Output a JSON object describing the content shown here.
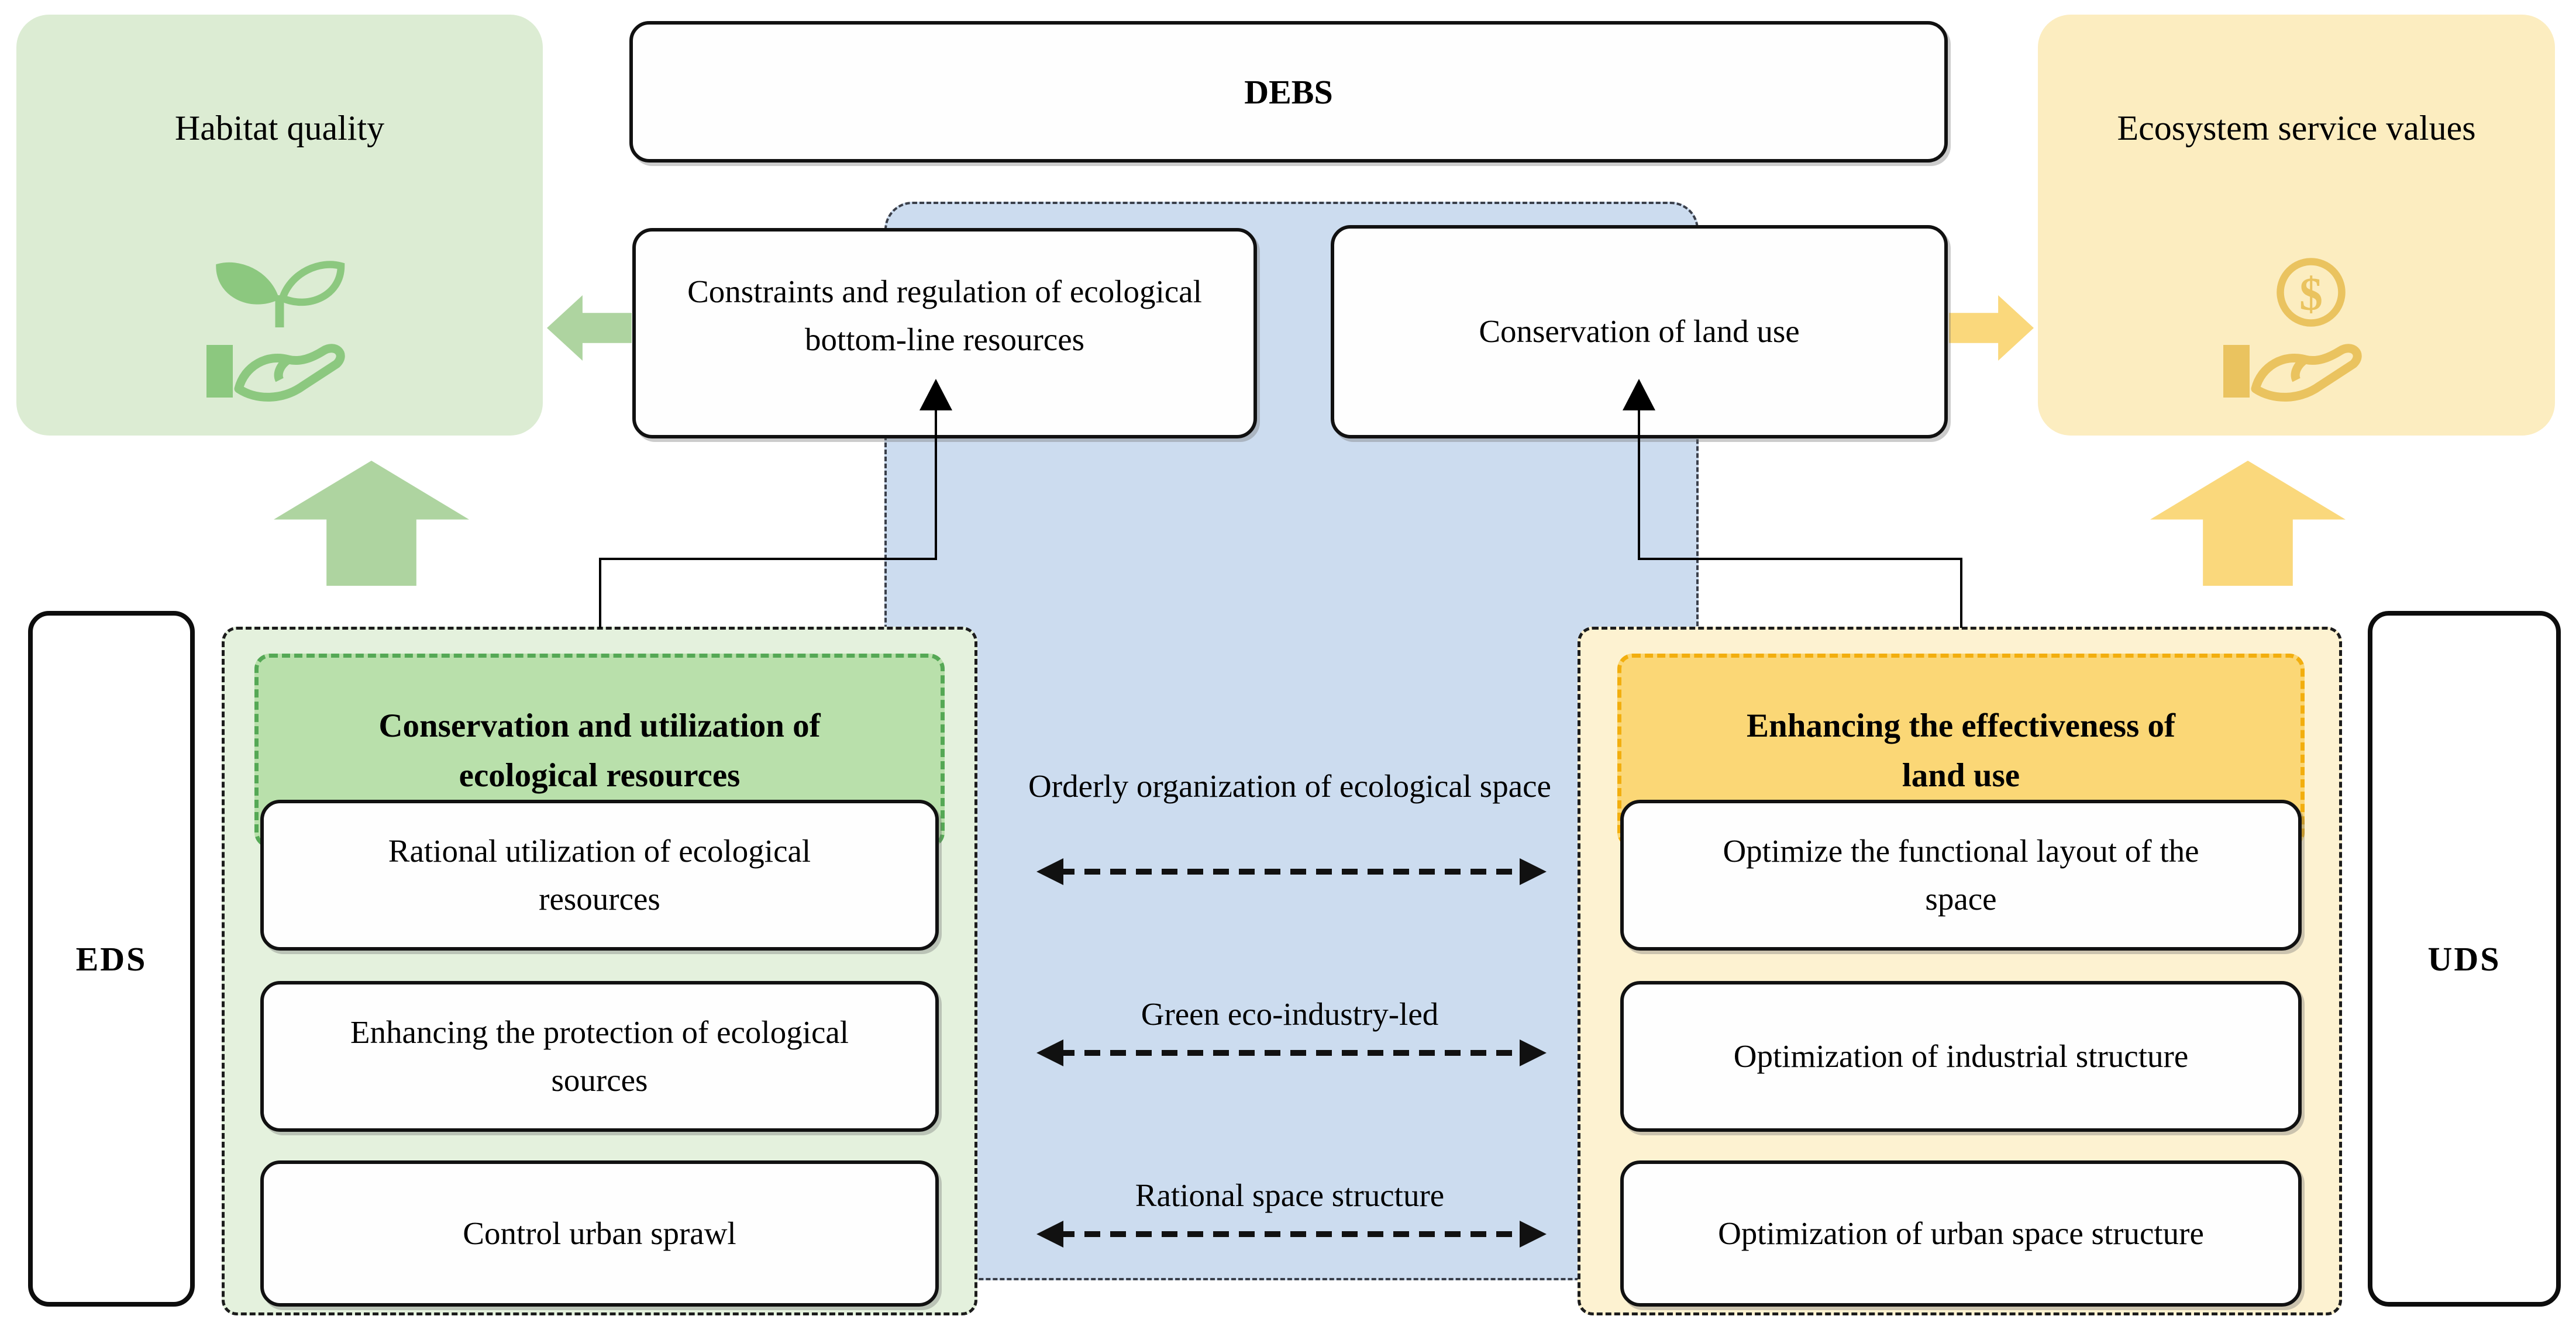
{
  "top": {
    "debs_label": "DEBS"
  },
  "left_panel": {
    "title": "Habitat quality"
  },
  "right_panel": {
    "title": "Ecosystem service values"
  },
  "mid_boxes": {
    "left": "Constraints and regulation of ecological bottom-line resources",
    "right": "Conservation of land use"
  },
  "sides": {
    "left": "EDS",
    "right": "UDS"
  },
  "green_group": {
    "header": "Conservation and utilization of ecological resources",
    "items": [
      "Rational utilization of ecological resources",
      "Enhancing the protection of ecological sources",
      "Control urban sprawl"
    ]
  },
  "yellow_group": {
    "header": "Enhancing the effectiveness of land use",
    "items": [
      "Optimize the functional layout of the space",
      "Optimization of industrial structure",
      "Optimization of urban space structure"
    ]
  },
  "center_links": [
    "Orderly organization of ecological space",
    "Green eco-industry-led",
    "Rational space structure"
  ],
  "icons": {
    "plant_in_hand": "plant-in-hand-icon",
    "coin_in_hand": "coin-in-hand-icon",
    "coin_symbol": "$"
  },
  "colors": {
    "habitat_panel_bg": "#dcecd3",
    "habitat_icon": "#8cc87f",
    "green_block_arrow": "#aed4a0",
    "green_container_bg": "#e4f1dd",
    "green_header_bg": "#b9e0ab",
    "green_header_border": "#55a855",
    "ecosystem_panel_bg": "#fcedc0",
    "coin_icon": "#eac35f",
    "yellow_block_arrow": "#fad87c",
    "yellow_container_bg": "#fdf2d1",
    "yellow_header_bg": "#fbd776",
    "yellow_header_border": "#f2ae0e",
    "blue_container_bg": "#ccdcef",
    "line_color": "#000000"
  }
}
